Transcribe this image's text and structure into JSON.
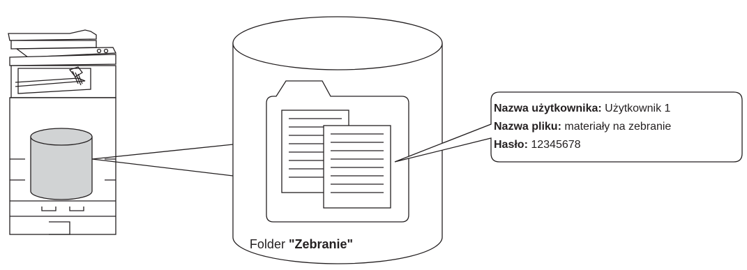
{
  "folder": {
    "prefix": "Folder",
    "name": "\"Zebranie\""
  },
  "file_info": {
    "user_label": "Nazwa użytkownika:",
    "user_value": "Użytkownik 1",
    "filename_label": "Nazwa pliku:",
    "filename_value": "materiały na zebranie",
    "password_label": "Hasło:",
    "password_value": "12345678"
  },
  "colors": {
    "line": "#231f20",
    "storage_fill": "#d1d3d4",
    "background": "#ffffff"
  }
}
